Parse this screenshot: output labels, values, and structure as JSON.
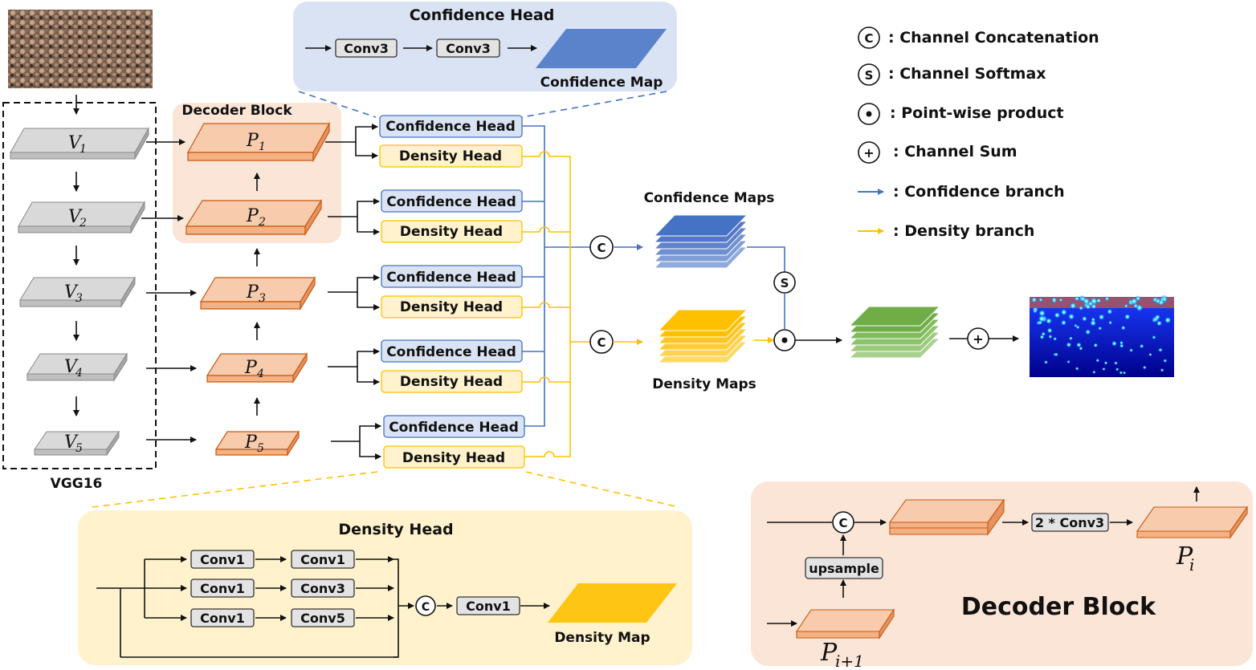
{
  "legend": {
    "concat": {
      "symbol": "C",
      "text": ": Channel Concatenation"
    },
    "softmax": {
      "symbol": "S",
      "text": ": Channel Softmax"
    },
    "product": {
      "symbol": "•",
      "text": ": Point-wise product"
    },
    "sum": {
      "symbol": "+",
      "text": ": Channel Sum"
    },
    "conf_branch": ": Confidence branch",
    "dens_branch": ": Density branch"
  },
  "confidence_head_box": {
    "title": "Confidence Head",
    "conv_a": "Conv3",
    "conv_b": "Conv3",
    "map_label": "Confidence Map"
  },
  "backbone": {
    "label": "VGG16",
    "layers": [
      "V",
      "V",
      "V",
      "V",
      "V"
    ],
    "subs": [
      "1",
      "2",
      "3",
      "4",
      "5"
    ]
  },
  "decoder": {
    "label": "Decoder Block",
    "layers": [
      "P",
      "P",
      "P",
      "P",
      "P"
    ],
    "subs": [
      "1",
      "2",
      "3",
      "4",
      "5"
    ]
  },
  "heads": {
    "confidence": "Confidence Head",
    "density": "Density Head"
  },
  "middle": {
    "confidence_maps": "Confidence Maps",
    "density_maps": "Density Maps",
    "concat_symbol": "C",
    "softmax_symbol": "S",
    "sum_symbol": "+"
  },
  "density_head_box": {
    "title": "Density Head",
    "row1": [
      "Conv1",
      "Conv1"
    ],
    "row2": [
      "Conv1",
      "Conv3"
    ],
    "row3": [
      "Conv1",
      "Conv5"
    ],
    "concat_symbol": "C",
    "final_conv": "Conv1",
    "map_label": "Density Map"
  },
  "decoder_detail": {
    "title": "Decoder Block",
    "upsample": "upsample",
    "convs": "2 * Conv3",
    "concat_symbol": "C",
    "out_label": "P",
    "out_sub": "i",
    "in_label": "P",
    "in_sub": "i+1"
  },
  "colors": {
    "confidence_blue": "#4472C4",
    "density_yellow": "#FFC000",
    "decoder_orange": "#F8CBAD",
    "output_green": "#70AD47",
    "conf_panel": "#DAE3F3",
    "dens_panel": "#FFF2CC",
    "decoder_panel": "#FBE5D6"
  }
}
